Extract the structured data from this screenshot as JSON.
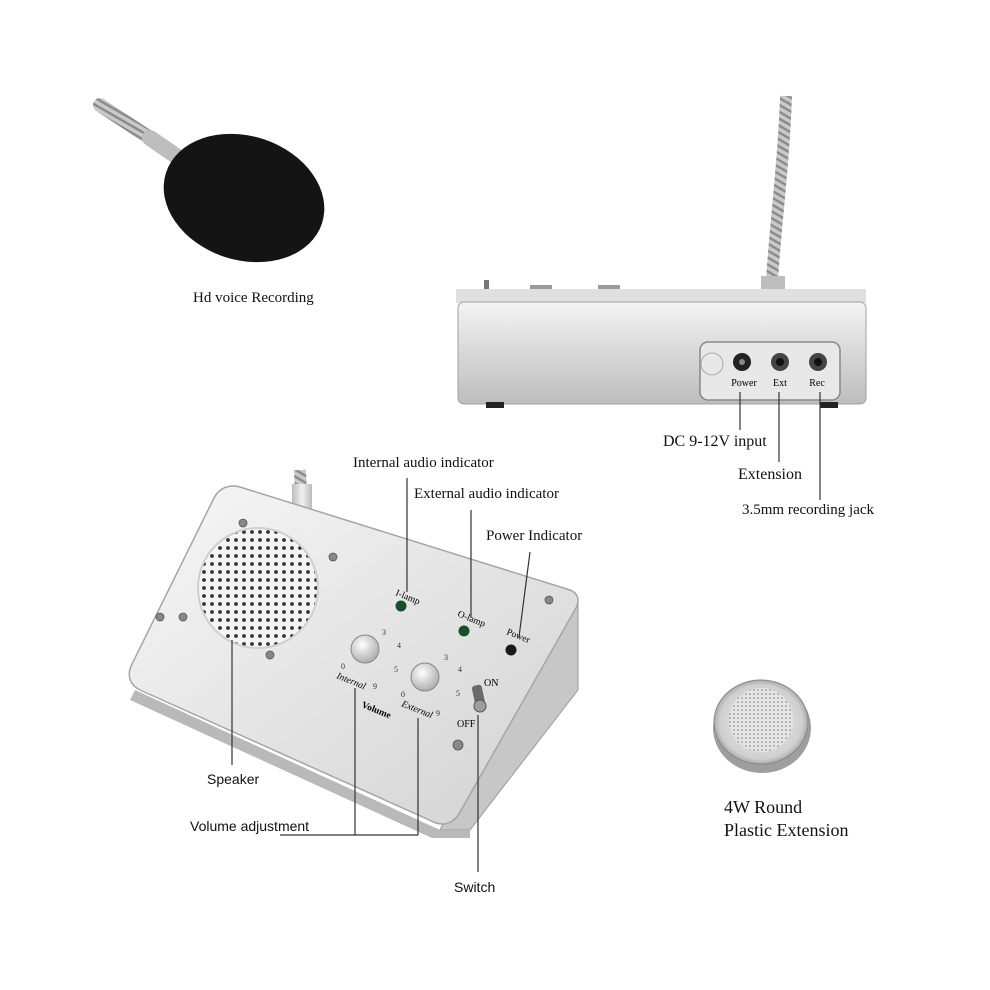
{
  "mic_caption": "Hd voice Recording",
  "rear_panel": {
    "port_labels": [
      "Power",
      "Ext",
      "Rec"
    ],
    "callouts": [
      "DC 9-12V input",
      "Extension",
      "3.5mm recording jack"
    ]
  },
  "front_panel": {
    "lamp_labels": [
      "I-lamp",
      "O-lamp",
      "Power"
    ],
    "knob_labels": [
      "Internal",
      "External"
    ],
    "volume_label": "Volume",
    "switch_labels": {
      "on": "ON",
      "off": "OFF"
    },
    "dial_numbers": [
      "0",
      "3",
      "4",
      "5",
      "9"
    ],
    "callouts": {
      "internal_indicator": "Internal audio indicator",
      "external_indicator": "External audio indicator",
      "power_indicator": "Power Indicator",
      "speaker": "Speaker",
      "volume": "Volume adjustment",
      "switch": "Switch"
    }
  },
  "extension_caption": {
    "line1": "4W Round",
    "line2": "Plastic Extension"
  }
}
